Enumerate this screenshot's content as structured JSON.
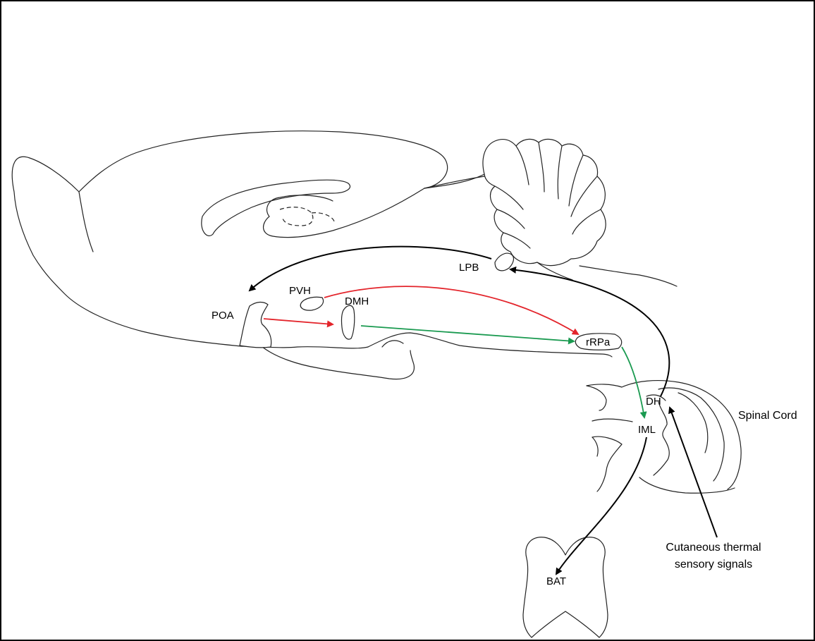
{
  "colors": {
    "excitatory": "#e3242b",
    "inhibitory_removal": "#1a9a50",
    "sensory": "#000000"
  },
  "labels": {
    "poa": "POA",
    "pvh": "PVH",
    "dmh": "DMH",
    "lpb": "LPB",
    "rrpa": "rRPa",
    "dh": "DH",
    "iml": "IML",
    "bat": "BAT",
    "spinal_cord": "Spinal Cord",
    "sensory_line1": "Cutaneous thermal",
    "sensory_line2": "sensory signals"
  }
}
